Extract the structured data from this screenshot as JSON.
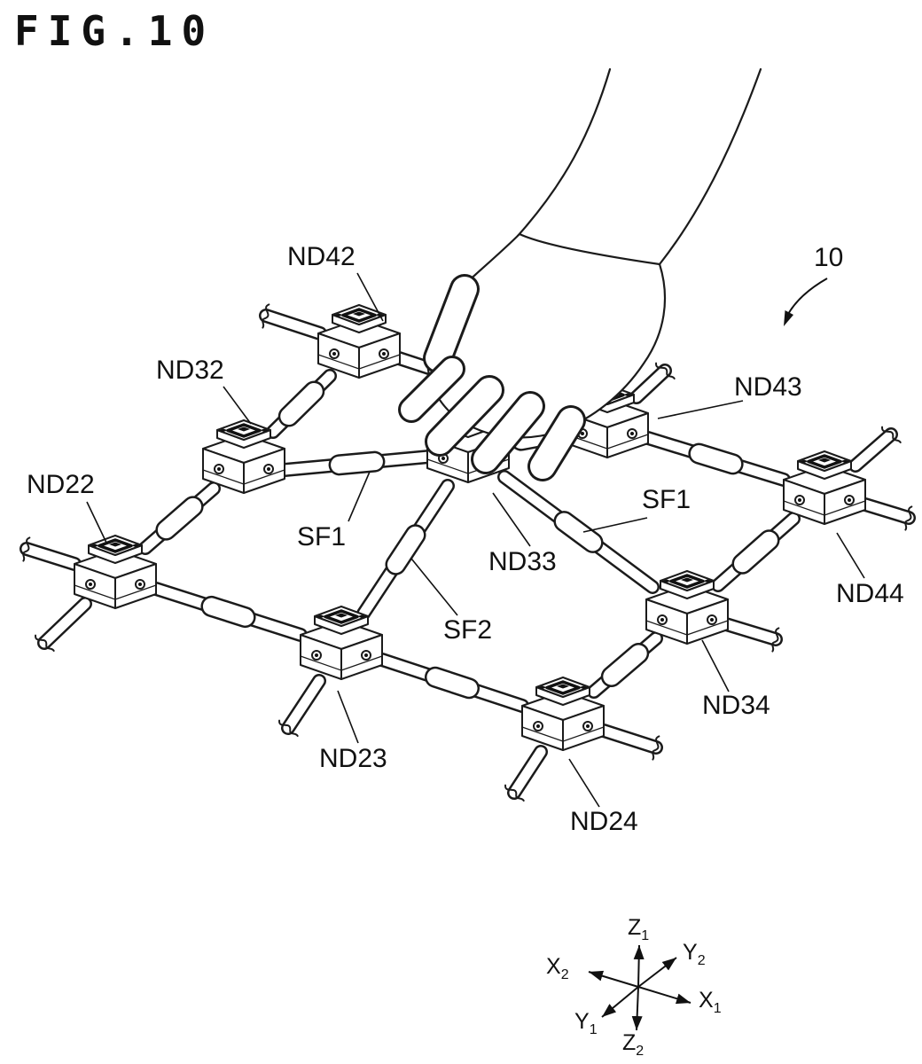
{
  "figure": {
    "title": "FIG.10",
    "reference": "10"
  },
  "labels": {
    "nd42": "ND42",
    "nd32": "ND32",
    "nd22": "ND22",
    "nd43": "ND43",
    "nd33": "ND33",
    "nd44": "ND44",
    "nd34": "ND34",
    "nd23": "ND23",
    "nd24": "ND24",
    "sf1_a": "SF1",
    "sf1_b": "SF1",
    "sf2": "SF2"
  },
  "axes": {
    "z1": {
      "base": "Z",
      "sub": "1"
    },
    "y2": {
      "base": "Y",
      "sub": "2"
    },
    "x2": {
      "base": "X",
      "sub": "2"
    },
    "x1": {
      "base": "X",
      "sub": "1"
    },
    "y1": {
      "base": "Y",
      "sub": "1"
    },
    "z2": {
      "base": "Z",
      "sub": "2"
    }
  },
  "colors": {
    "ink": "#1b1b1b",
    "background": "#ffffff"
  }
}
